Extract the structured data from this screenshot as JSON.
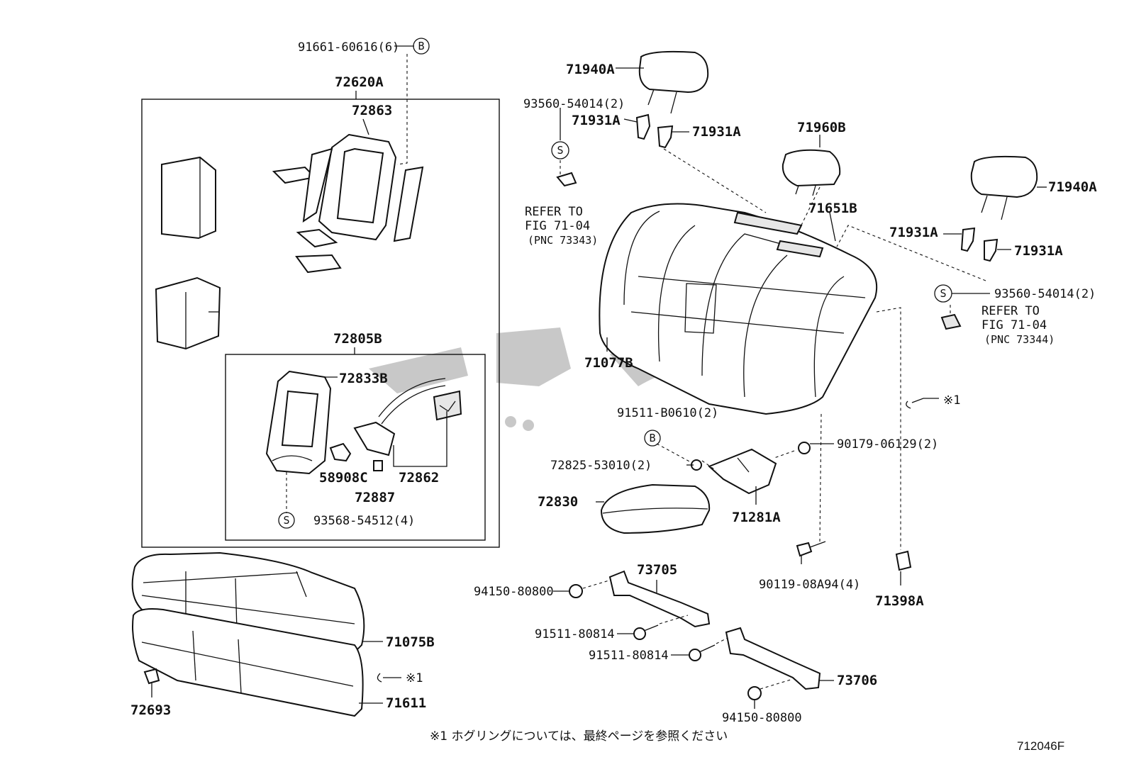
{
  "labels": {
    "p91661": "91661-60616(6)",
    "p72620A": "72620A",
    "p72863": "72863",
    "p72805B": "72805B",
    "p72833B": "72833B",
    "p58908C": "58908C",
    "p72887": "72887",
    "p72862": "72862",
    "p93568": "93568-54512(4)",
    "p71075B": "71075B",
    "p71611": "71611",
    "p72693": "72693",
    "p71940A_l": "71940A",
    "p93560_l": "93560-54014(2)",
    "p71931A_1": "71931A",
    "p71931A_2": "71931A",
    "refer_l1": "REFER TO",
    "refer_l2": "FIG 71-04",
    "refer_l3": "(PNC 73343)",
    "p71960B": "71960B",
    "p71651B": "71651B",
    "p71077B": "71077B",
    "p71940A_r": "71940A",
    "p71931A_3": "71931A",
    "p71931A_4": "71931A",
    "p93560_r": "93560-54014(2)",
    "refer_r1": "REFER TO",
    "refer_r2": "FIG 71-04",
    "refer_r3": "(PNC 73344)",
    "p91511B": "91511-B0610(2)",
    "p90179": "90179-06129(2)",
    "p72825": "72825-53010(2)",
    "p72830": "72830",
    "p71281A": "71281A",
    "p90119": "90119-08A94(4)",
    "p71398A": "71398A",
    "p73705": "73705",
    "p94150_1": "94150-80800",
    "p91511_1": "91511-80814",
    "p91511_2": "91511-80814",
    "p73706": "73706",
    "p94150_2": "94150-80800",
    "note1_a": "※1",
    "note1_b": "※1",
    "footnote": "※1  ホグリングについては、最終ページを参照ください",
    "fig_code": "712046F",
    "sym_B1": "B",
    "sym_B2": "B",
    "sym_S1": "S",
    "sym_S2": "S",
    "sym_S3": "S"
  }
}
